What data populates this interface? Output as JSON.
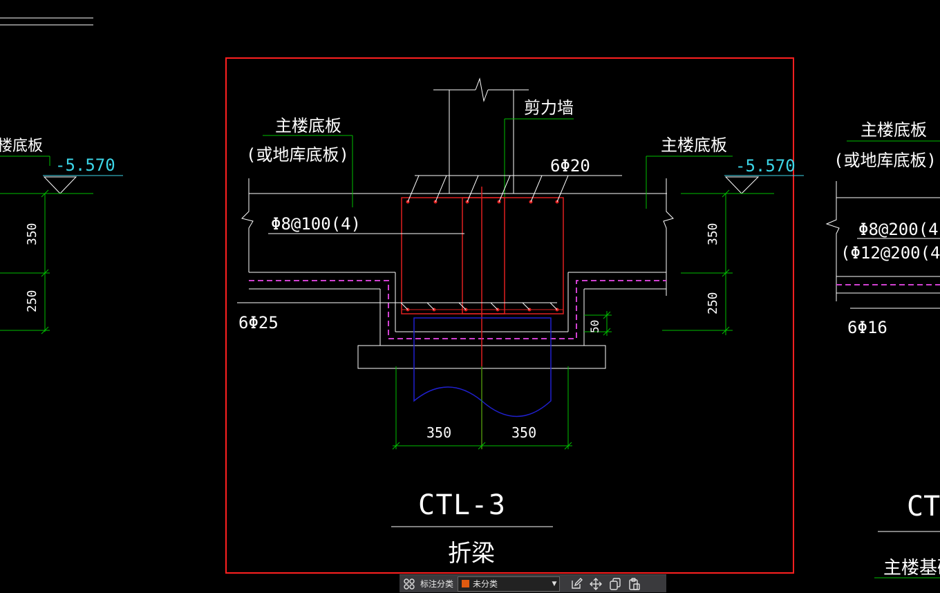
{
  "drawing": {
    "left_fragment": {
      "slab_label_partial": "楼底板",
      "elevation": "-5.570",
      "dim_upper": "350",
      "dim_lower": "250"
    },
    "center_detail": {
      "wall_label": "剪力墙",
      "left_slab_label": "主楼底板",
      "left_slab_label_alt": "(或地库底板)",
      "right_slab_label": "主楼底板",
      "top_rebar": "6Φ20",
      "stirrup": "Φ8@100(4)",
      "bottom_rebar": "6Φ25",
      "elevation": "-5.570",
      "dim_upper": "350",
      "dim_lower": "250",
      "dim_cover": "50",
      "dim_pile_left": "350",
      "dim_pile_right": "350",
      "title": "CTL-3",
      "subtitle": "折梁"
    },
    "right_fragment": {
      "slab_label": "主楼底板",
      "slab_label_alt": "(或地库底板)",
      "stirrup": "Φ8@200(4",
      "stirrup_alt": "(Φ12@200(4",
      "bottom_rebar": "6Φ16",
      "title_partial": "CT",
      "subtitle_partial": "主楼基础"
    },
    "colors": {
      "background": "#000000",
      "line_white": "#ffffff",
      "dimension_green": "#00c000",
      "elevation_cyan": "#3cd6e8",
      "rebar_red": "#e02020",
      "selection_frame": "#ff2020",
      "membrane_magenta": "#d040d0",
      "pile_blue": "#2020d0"
    }
  },
  "toolbar": {
    "grid_icon": "grid-icon",
    "category_label": "标注分类",
    "category_value": "未分类",
    "category_swatch": "#e05a10",
    "edit_icon": "edit-icon",
    "move_icon": "move-icon",
    "copy_icon": "copy-icon",
    "paste_icon": "paste-icon"
  }
}
